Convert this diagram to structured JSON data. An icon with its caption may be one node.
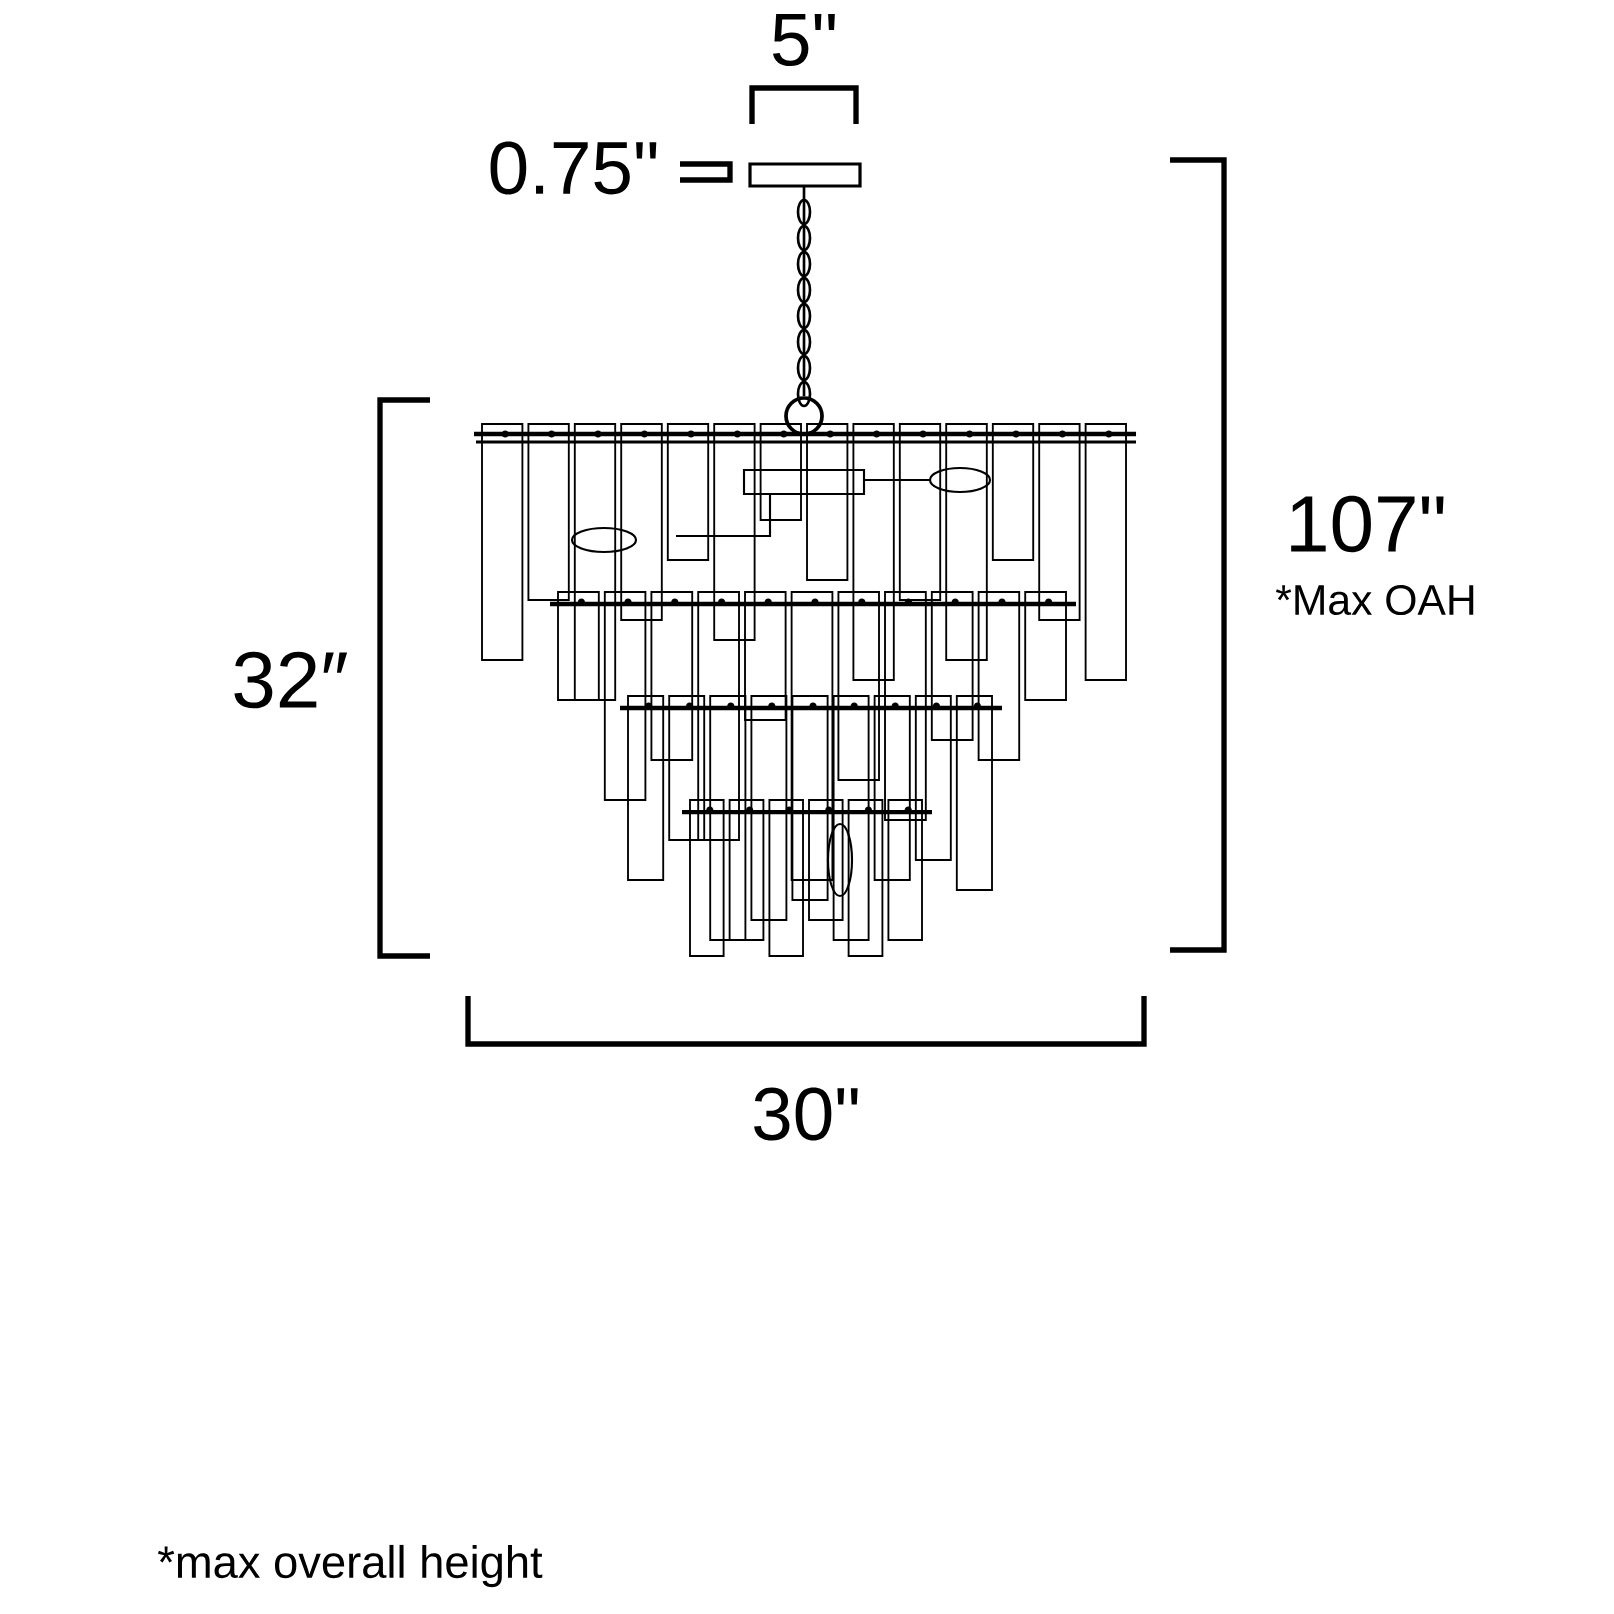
{
  "diagram": {
    "labels": [
      "5\"",
      "0.75\"",
      "107\"",
      "*Max OAH",
      "32″",
      "30\"",
      "*max overall height"
    ]
  }
}
